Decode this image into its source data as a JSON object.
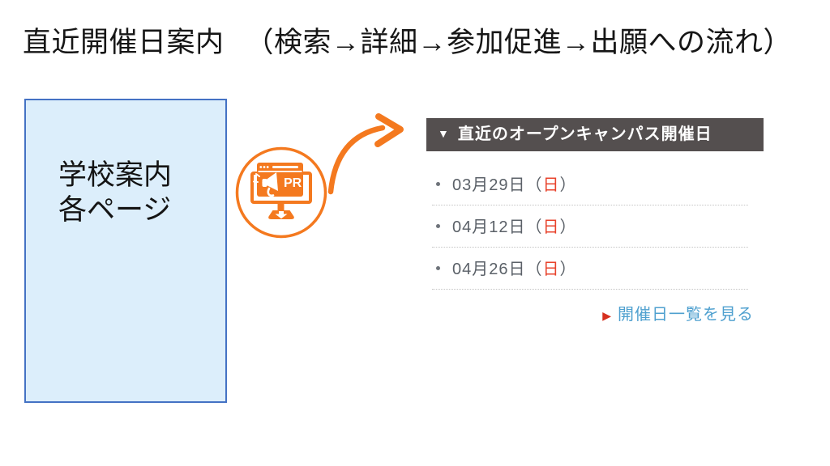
{
  "title": {
    "main": "直近開催日案内",
    "flow": "（検索→詳細→参加促進→出願への流れ）"
  },
  "source_box": {
    "lines": [
      "学校案内",
      "各ページ"
    ]
  },
  "pr_icon": {
    "label": "PR"
  },
  "open_campus_widget": {
    "header": {
      "marker": "▼",
      "text": "直近のオープンキャンパス開催日"
    },
    "dates": [
      {
        "prefix": "03月29日（",
        "day": "日",
        "suffix": "）"
      },
      {
        "prefix": "04月12日（",
        "day": "日",
        "suffix": "）"
      },
      {
        "prefix": "04月26日（",
        "day": "日",
        "suffix": "）"
      }
    ],
    "link": {
      "marker": "▶",
      "text": "開催日一覧を見る"
    }
  },
  "colors": {
    "accent_orange": "#f4791f",
    "widget_header_bg": "#544f4f",
    "date_text_gray": "#5b6168",
    "sunday_red": "#e8432c",
    "link_blue": "#4fa0cf",
    "link_marker_red": "#d6301f",
    "box_border_blue": "#4472c4",
    "box_fill_blue": "#dceefb"
  }
}
